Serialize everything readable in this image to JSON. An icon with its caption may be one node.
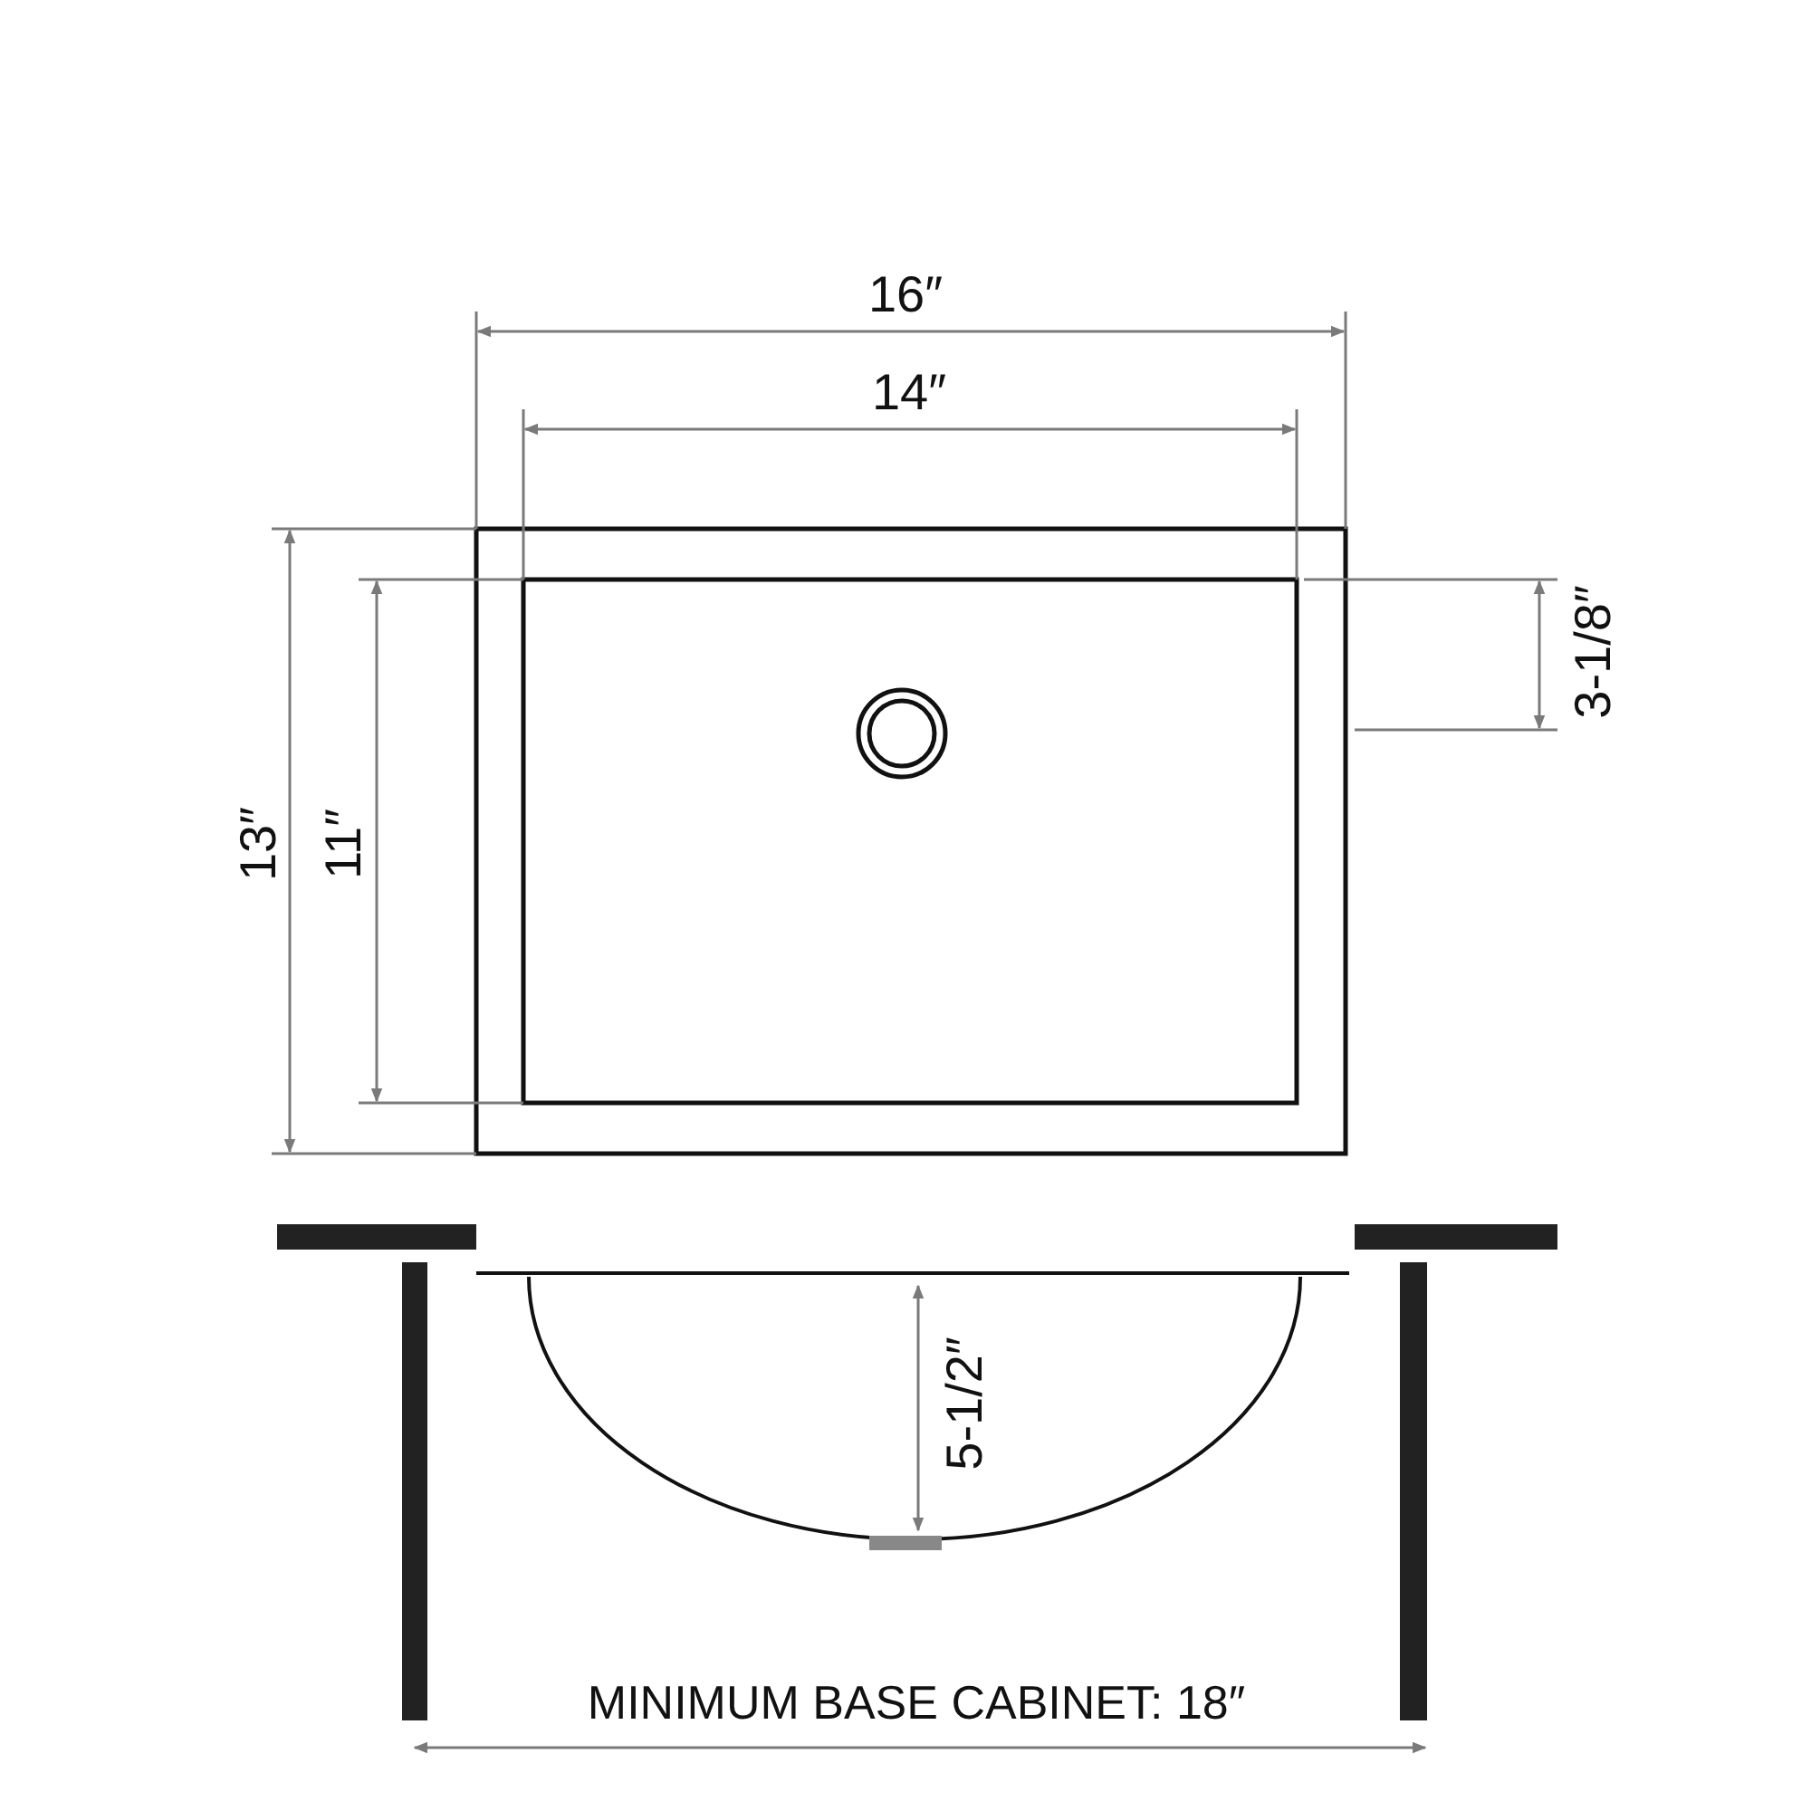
{
  "diagram": {
    "labels": [
      "16″",
      "14″",
      "3-1/8″",
      "13″",
      "11″",
      "5-1/2″",
      "MINIMUM BASE CABINET: 18″"
    ]
  }
}
